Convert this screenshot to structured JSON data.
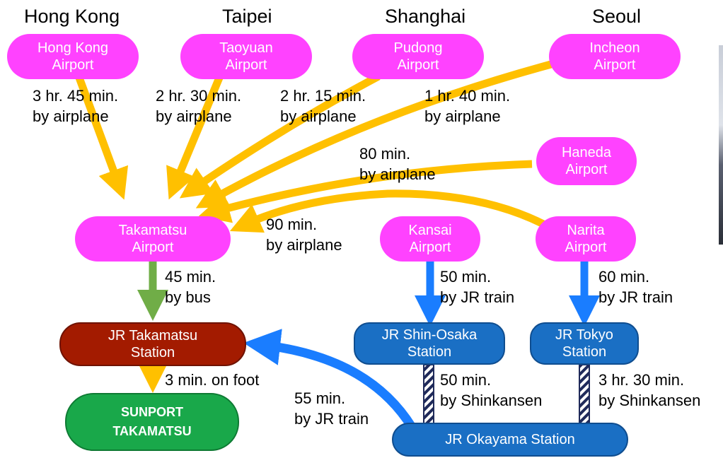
{
  "cities": {
    "hong_kong": "Hong Kong",
    "taipei": "Taipei",
    "shanghai": "Shanghai",
    "seoul": "Seoul"
  },
  "nodes": {
    "hong_kong_airport": "Hong Kong\nAirport",
    "taoyuan_airport": "Taoyuan\nAirport",
    "pudong_airport": "Pudong\nAirport",
    "incheon_airport": "Incheon\nAirport",
    "haneda_airport": "Haneda\nAirport",
    "takamatsu_airport": "Takamatsu\nAirport",
    "kansai_airport": "Kansai\nAirport",
    "narita_airport": "Narita\nAirport",
    "jr_takamatsu_station": "JR Takamatsu\nStation",
    "jr_shin_osaka_station": "JR Shin-Osaka\nStation",
    "jr_tokyo_station": "JR Tokyo\nStation",
    "sunport_takamatsu": "SUNPORT\nTAKAMATSU",
    "jr_okayama_station": "JR Okayama Station"
  },
  "routes": {
    "hong_kong": "3 hr. 45 min.\nby airplane",
    "taoyuan": "2 hr. 30 min.\nby airplane",
    "pudong": "2 hr. 15 min.\nby airplane",
    "incheon": "1 hr. 40 min.\nby airplane",
    "haneda": "80 min.\nby airplane",
    "narita_air": "90 min.\nby airplane",
    "bus": "45 min.\nby bus",
    "kansai_train": "50 min.\nby JR train",
    "narita_train": "60 min.\nby JR train",
    "foot": "3 min. on foot",
    "shinkansen_osaka": "50 min.\nby Shinkansen",
    "shinkansen_tokyo": "3 hr. 30 min.\nby Shinkansen",
    "okayama_train": "55 min.\nby JR train"
  },
  "colors": {
    "air_arrow": "#ffc000",
    "bus_arrow": "#70ad47",
    "train_arrow": "#1a7dff",
    "airport_node": "#ff42ff",
    "jr_takamatsu_node": "#a31b00",
    "jr_station_node": "#1a6fc4",
    "sunport_node": "#19a84a"
  }
}
